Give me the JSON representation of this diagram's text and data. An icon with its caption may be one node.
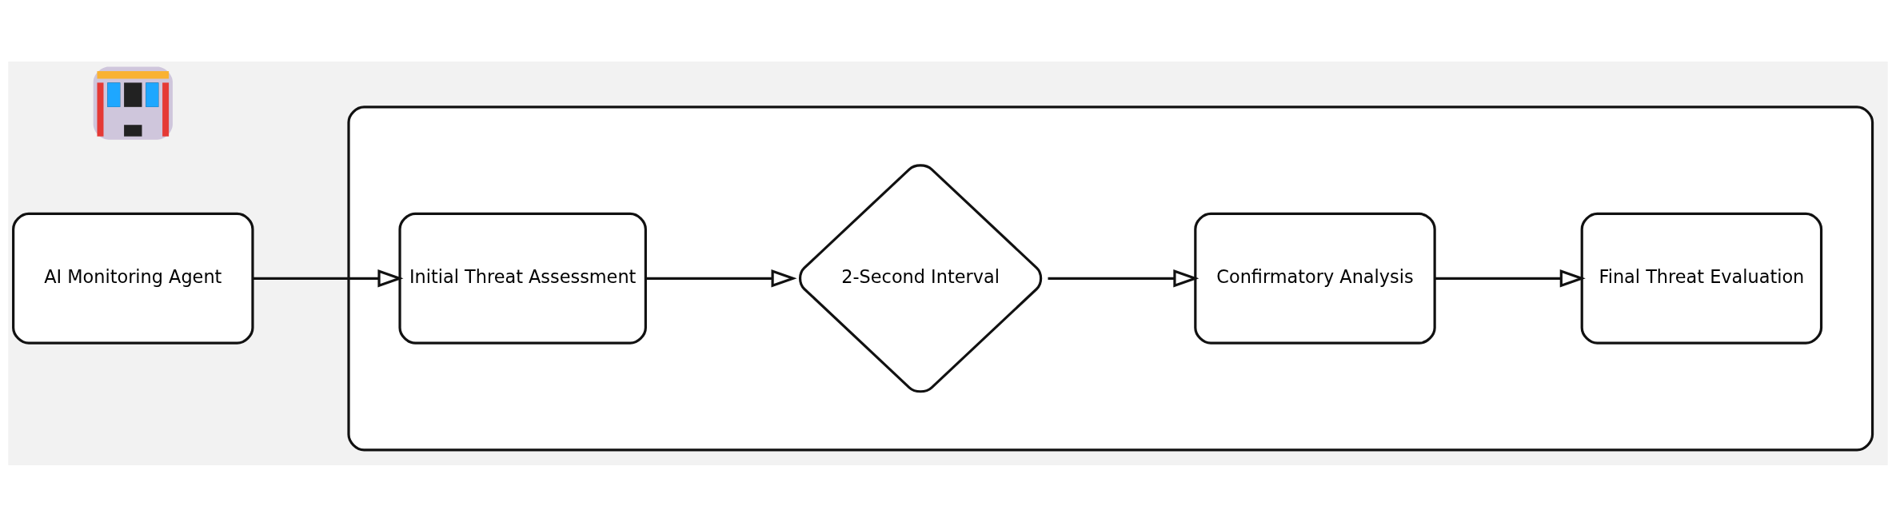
{
  "diagram": {
    "nodes": [
      {
        "text": [],
        "shape": "picture"
      },
      {
        "text": [
          "AI Monitoring Agent"
        ]
      },
      {
        "text": [],
        "shape": "box"
      },
      {
        "text": [
          "Initial Threat Assessment"
        ],
        "in": 2
      },
      {
        "text": [
          "2-Second Interval"
        ],
        "in": 2
      },
      {
        "text": [
          "Confirmatory Analysis"
        ],
        "in": 2
      },
      {
        "text": [
          "Final Threat Evaluation"
        ],
        "in": 2
      }
    ],
    "edges": [
      {
        "from": 1,
        "to": 3,
        "arrow": "to"
      },
      {
        "from": 3,
        "to": 4,
        "arrow": "to"
      },
      {
        "from": 4,
        "to": 5,
        "arrow": "to"
      },
      {
        "from": 5,
        "to": 6,
        "arrow": "to"
      }
    ]
  }
}
